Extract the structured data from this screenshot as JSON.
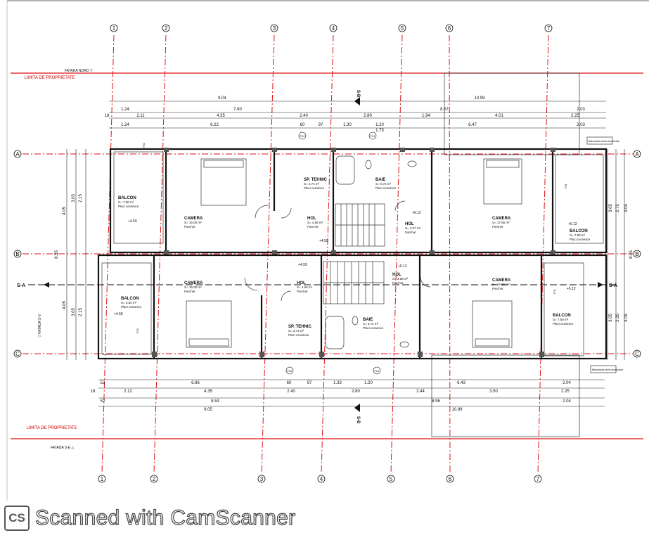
{
  "axes_cols": [
    "1",
    "2",
    "3",
    "4",
    "5",
    "6",
    "7"
  ],
  "axes_rows": [
    "A",
    "B",
    "C"
  ],
  "property_limit": "LIMITA DE PROPRIETATE",
  "facades": {
    "north": "FATADA NORD ▽",
    "se": "FATADA S-E △",
    "sv": "▽ FATADA S-V"
  },
  "sections": {
    "sa": "S-A",
    "sb": "S-B"
  },
  "top_dims": {
    "r1": [
      "9.04",
      "10.99"
    ],
    "r2": [
      "1.24",
      "7.80",
      "8.57",
      "2.03"
    ],
    "r3": [
      "18",
      "2.11",
      "4.35",
      "2.40",
      "2.80",
      "1.94",
      "4.01",
      "2.25"
    ],
    "r4": [
      "1.24",
      "6.22",
      "60",
      "97",
      "1.30",
      "1.20",
      "1.75",
      "6.47",
      "2.03"
    ]
  },
  "bottom_dims": {
    "r1": [
      "52",
      "6.96",
      "60",
      "97",
      "1.33",
      "1.20",
      "6.43",
      "2.04"
    ],
    "r2": [
      "18",
      "2.12",
      "4.35",
      "2.40",
      "2.80",
      "2.44",
      "3.50",
      "2.25"
    ],
    "r3": [
      "52",
      "8.53",
      "8.96",
      "2.04"
    ],
    "r4": [
      "9.05",
      "10.99"
    ]
  },
  "side_dims": {
    "left_a": [
      "4.05",
      "3.05",
      "2.15"
    ],
    "left_b": [
      "4.05",
      "3.05",
      "2.15"
    ],
    "right_a": [
      "3.05",
      "2.75",
      "4.05"
    ],
    "right_b": [
      "3.05",
      "2.35",
      "4.05"
    ],
    "total": "8.55"
  },
  "rooms": [
    {
      "name": "BALCON",
      "area": "S= 7.86 m²",
      "finish": "Placi ceramice"
    },
    {
      "name": "CAMERA",
      "area": "S= 16.00 m²",
      "finish": "Parchet"
    },
    {
      "name": "SP. TEHNIC",
      "area": "S= 3.74 m²",
      "finish": "Placi ceramice"
    },
    {
      "name": "BAIE",
      "area": "S= 6.72 m²",
      "finish": "Placi ceramice"
    },
    {
      "name": "HOL",
      "area": "S= 4.66 m²",
      "finish": "Parchet"
    },
    {
      "name": "HOL",
      "area": "S= 3.57 m²",
      "finish": "Parchet"
    },
    {
      "name": "CAMERA",
      "area": "S= 17.65 m²",
      "finish": "Parchet"
    },
    {
      "name": "BALCON",
      "area": "S= 7.80 m²",
      "finish": "Placi ceramice"
    },
    {
      "name": "CAMERA",
      "area": "S= 16.00 m²",
      "finish": "Parchet"
    },
    {
      "name": "BALCON",
      "area": "S= 5.82 m²",
      "finish": "Placi ceramice"
    },
    {
      "name": "HOL",
      "area": "S= 4.66 m²",
      "finish": "Parchet"
    },
    {
      "name": "SP. TEHNIC",
      "area": "S= 3.74 m²",
      "finish": "Placi ceramice"
    },
    {
      "name": "BAIE",
      "area": "S= 6.72 m²",
      "finish": "Placi ceramice"
    },
    {
      "name": "HOL",
      "area": "S= 3.58 m²",
      "finish": "Parchet"
    },
    {
      "name": "CAMERA",
      "area": "S= 17.65 m²",
      "finish": "Parchet"
    },
    {
      "name": "BALCON",
      "area": "S= 7.80 m²",
      "finish": "Placi ceramice"
    }
  ],
  "levels": [
    "+4.59",
    "+4.59",
    "+6.12",
    "+4.59",
    "+6.12",
    "+6.12",
    "+6.12",
    "+4.59"
  ],
  "door_tags": [
    "F02",
    "F01",
    "F02",
    "F01"
  ],
  "window_tags": [
    "F02",
    "F01",
    "F02",
    "F01"
  ],
  "evacuation_note": "Balustrada sticla securizata",
  "watermark": {
    "logo": "CS",
    "text": "Scanned with CamScanner"
  }
}
